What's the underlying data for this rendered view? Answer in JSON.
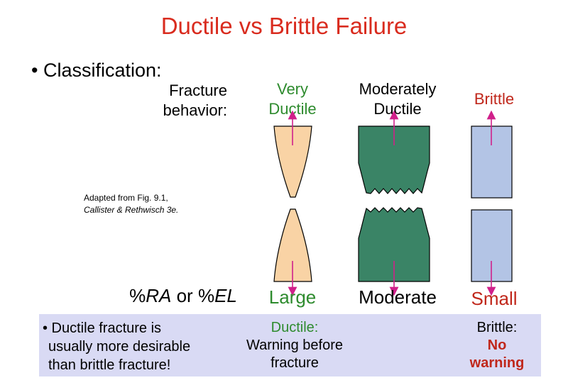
{
  "title": "Ductile vs Brittle Failure",
  "bullet": "• Classification:",
  "fracture_behavior": [
    "Fracture",
    "behavior:"
  ],
  "columns": {
    "very_ductile": [
      "Very",
      "Ductile"
    ],
    "moderately_ductile": [
      "Moderately",
      "Ductile"
    ],
    "brittle": "Brittle"
  },
  "adapted": {
    "line1": "Adapted from Fig. 9.1,",
    "line2": "Callister & Rethwisch 3e."
  },
  "measure": {
    "label_prefix": "%",
    "ra": "RA",
    "or": " or %",
    "el": "EL",
    "large": "Large",
    "moderate": "Moderate",
    "small": "Small"
  },
  "notes": {
    "bullet_lines": [
      "• Ductile fracture is",
      "usually more desirable",
      "than brittle fracture!"
    ],
    "ductile_title": "Ductile:",
    "ductile_lines": [
      "Warning before",
      "fracture"
    ],
    "brittle_title": "Brittle:",
    "brittle_lines": [
      "No",
      "warning"
    ]
  },
  "colors": {
    "title": "#d92b1e",
    "very_ductile_fill": "#f9d3a5",
    "moderately_ductile_fill": "#3a8466",
    "brittle_fill": "#b3c4e5",
    "arrow": "#d0208a",
    "label_green": "#2e8b2e",
    "label_red": "#c0271b",
    "note_box": "#d9daf4"
  }
}
